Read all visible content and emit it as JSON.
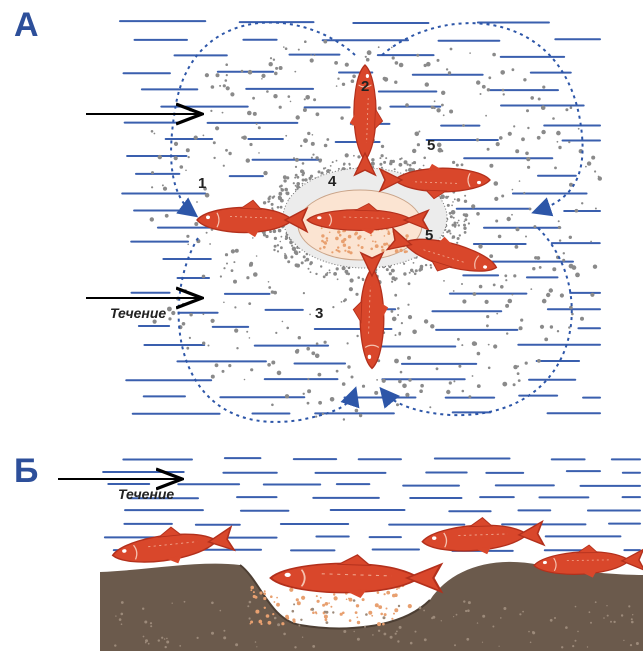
{
  "panels": {
    "a": {
      "letter": "А",
      "current_label": "Течение"
    },
    "b": {
      "letter": "Б",
      "current_label": "Течение"
    }
  },
  "markers": [
    "1",
    "2",
    "3",
    "4",
    "5",
    "5"
  ],
  "colors": {
    "water_lines": "#3a5fae",
    "flow_arrows": "#2d56a8",
    "fish": "#d9472b",
    "fish_outline": "#b3301c",
    "eggs": "#e8a070",
    "gravel": "#8a8a8a",
    "ground": "#6b5a4c",
    "text": "#222222",
    "panel_letter": "#2d4f9a"
  },
  "icons": [
    "fish-icon",
    "arrow-icon",
    "gravel-mound",
    "river-bed"
  ]
}
